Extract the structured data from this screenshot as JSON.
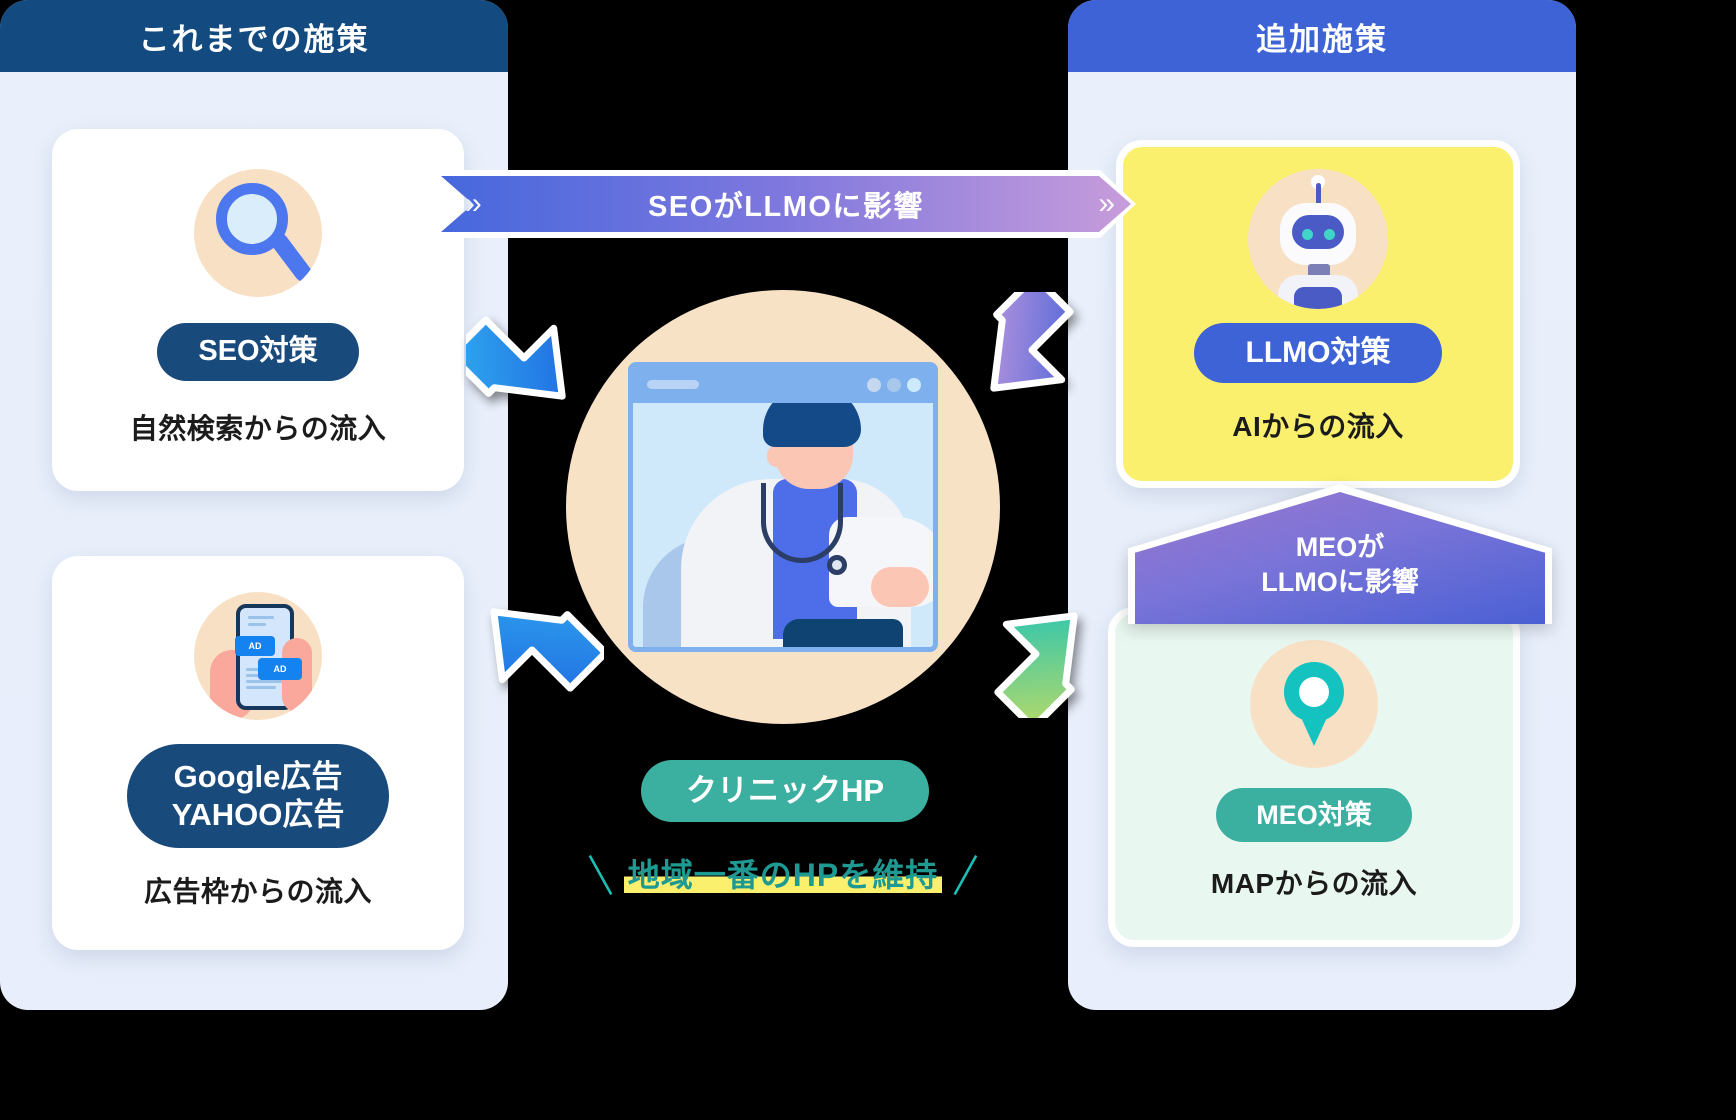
{
  "left_panel": {
    "header": "これまでの施策",
    "cards": [
      {
        "icon": "magnifier-icon",
        "pill_label": "SEO対策",
        "caption": "自然検索からの流入"
      },
      {
        "icon": "phone-ad-icon",
        "pill_label_line1": "Google広告",
        "pill_label_line2": "YAHOO広告",
        "caption": "広告枠からの流入",
        "ad_badge_1": "AD",
        "ad_badge_2": "AD"
      }
    ]
  },
  "right_panel": {
    "header": "追加施策",
    "cards": [
      {
        "icon": "robot-icon",
        "pill_label": "LLMO対策",
        "caption": "AIからの流入"
      },
      {
        "icon": "map-pin-icon",
        "pill_label": "MEO対策",
        "caption": "MAPからの流入"
      }
    ]
  },
  "center": {
    "illustration": "doctor-website-illustration",
    "hp_pill_label": "クリニックHP",
    "maintain_text": "地域一番のHPを維持",
    "slash_left": "＼",
    "slash_right": "／"
  },
  "connectors": {
    "top_banner": {
      "label": "SEOがLLMOに影響",
      "chevron_left": "»",
      "chevron_right": "»"
    },
    "meo_arrow": {
      "line1": "MEOが",
      "line2": "LLMOに影響"
    }
  },
  "colors": {
    "left_header": "#134a80",
    "right_header": "#3d63d6",
    "navy_pill": "#194a7c",
    "blue_pill": "#3d63d6",
    "teal_pill": "#3cb0a0",
    "yellow_card": "#faf06e",
    "mint_card": "#e9f7f1",
    "peach_icon_bg": "#f8e0c5",
    "highlight_yellow": "#faf06e",
    "teal_text": "#1f9a93"
  }
}
